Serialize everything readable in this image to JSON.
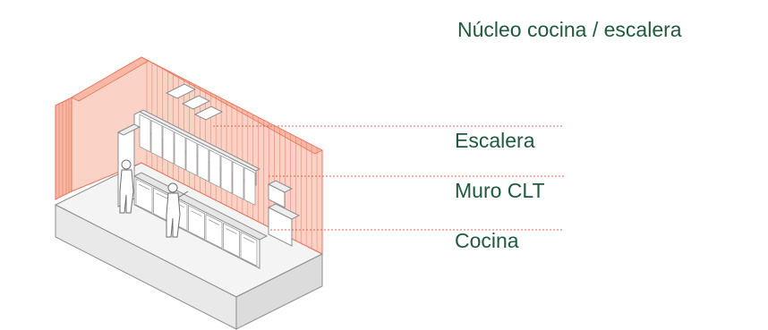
{
  "title": "Núcleo cocina / escalera",
  "labels": {
    "escalera": "Escalera",
    "muro_clt": "Muro CLT",
    "cocina": "Cocina"
  },
  "colors": {
    "text": "#1f5a3c",
    "clt_fill": "#f7c2b2",
    "clt_stroke": "#e9735a",
    "leader": "#e8604a",
    "base_fill": "#f4f4f4",
    "line": "#7a7a7a"
  }
}
